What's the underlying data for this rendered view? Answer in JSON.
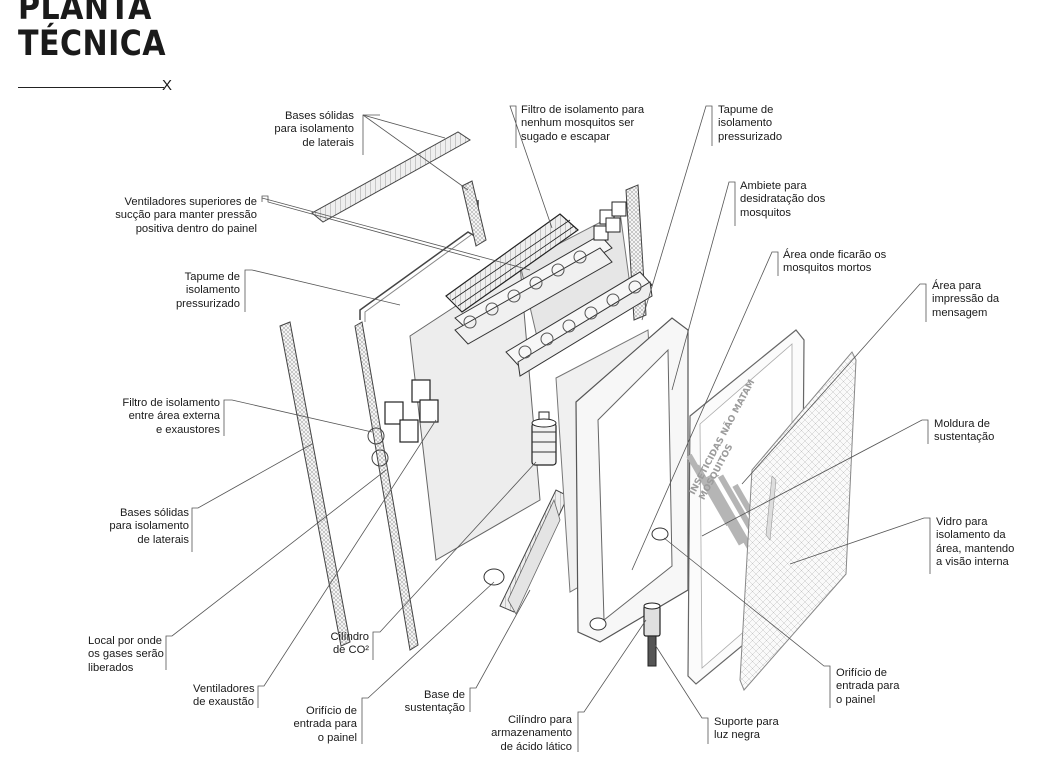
{
  "header": {
    "title_line1": "PLANTA",
    "title_line2": "TÉCNICA",
    "close_glyph": "X"
  },
  "labels": {
    "bases_solidas_top": "Bases sólidas\npara isolamento\nde laterais",
    "ventiladores_superiores": "Ventiladores superiores de\nsucção para manter pressão\npositiva dentro do painel",
    "tapume_left": "Tapume de\nisolamento\npressurizado",
    "filtro_externo": "Filtro de isolamento\nentre área externa\ne exaustores",
    "bases_solidas_left": "Bases sólidas\npara isolamento\nde laterais",
    "local_gases": "Local por onde\nos gases serão\nliberados",
    "ventiladores_exaustao": "Ventiladores\nde exaustão",
    "cilindro_co2": "Cilíndro\nde CO²",
    "orificio_left": "Orifício de\nentrada para\no painel",
    "base_sustentacao": "Base de\nsustentação",
    "cilindro_acido": "Cilíndro para\narmazenamento\nde ácido lático",
    "suporte_luz": "Suporte para\nluz negra",
    "filtro_mosquitos": "Filtro de isolamento para\nnenhum mosquitos ser\nsugado e escapar",
    "tapume_right": "Tapume de\nisolamento\npressurizado",
    "ambiente_desidratacao": "Ambiete para\ndesidratação dos\nmosquitos",
    "area_mortos": "Área onde ficarão os\nmosquitos mortos",
    "area_impressao": "Área para\nimpressão da\nmensagem",
    "moldura": "Moldura de\nsustentação",
    "vidro": "Vidro para\nisolamento da\nárea, mantendo\na visão interna",
    "orificio_right": "Orifício de\nentrada para\no painel"
  },
  "poster_text": "INSETICIDAS NÃO MATAM MOSQUITOS",
  "colors": {
    "line": "#555555",
    "panel": "#e8e8e8",
    "ink": "#1a1a1a"
  }
}
